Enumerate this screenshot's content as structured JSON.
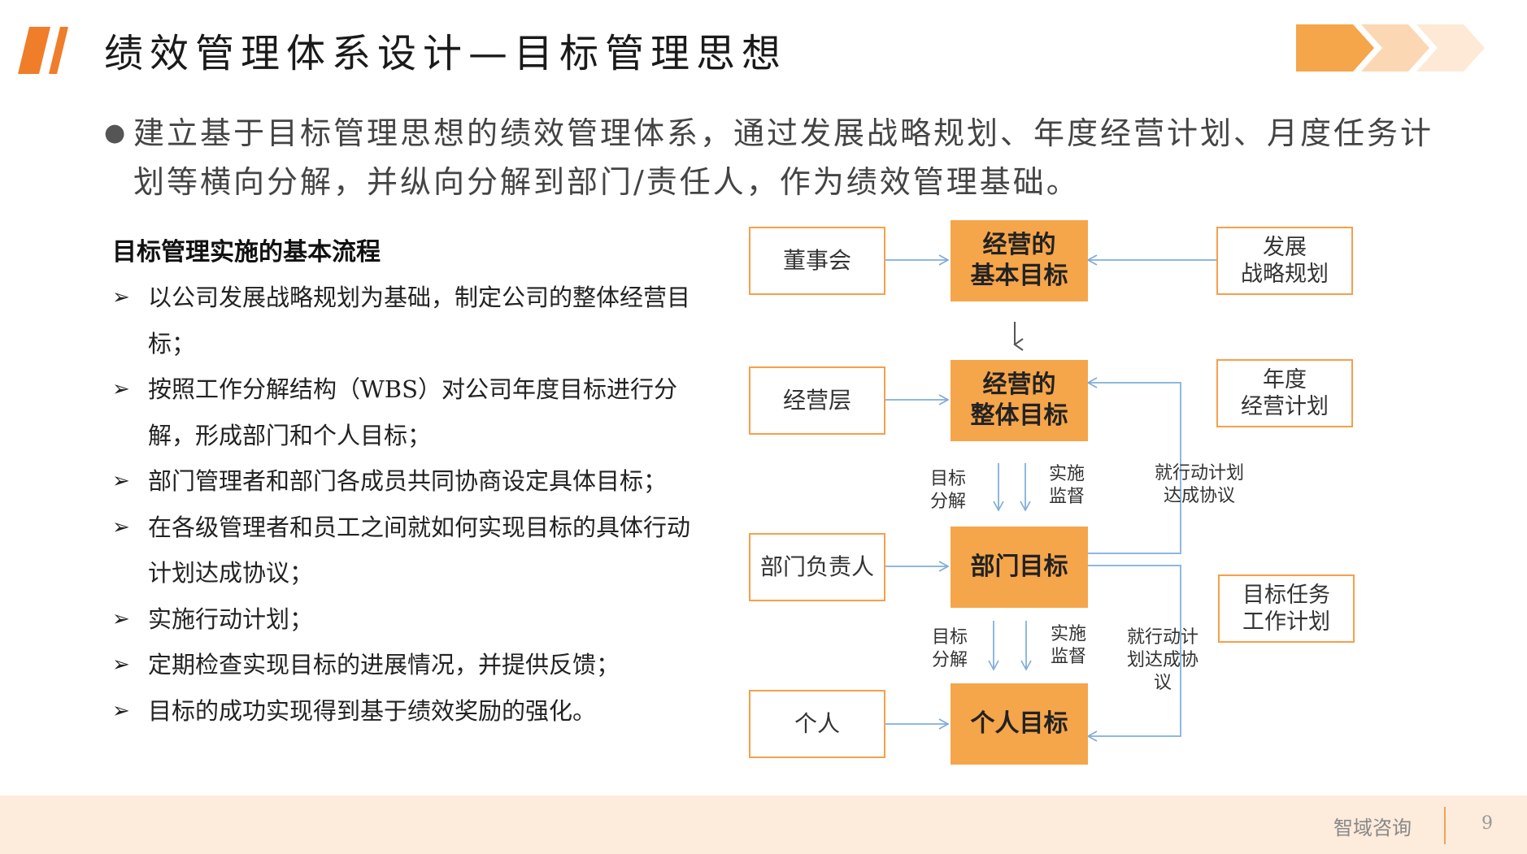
{
  "header": {
    "title": "绩效管理体系设计—目标管理思想",
    "accent_color": "#ef7d2a"
  },
  "intro": {
    "bullet": "●",
    "text": "建立基于目标管理思想的绩效管理体系，通过发展战略规划、年度经营计划、月度任务计划等横向分解，并纵向分解到部门/责任人，作为绩效管理基础。"
  },
  "process": {
    "title": "目标管理实施的基本流程",
    "arrow_glyph": "➢",
    "steps": [
      "以公司发展战略规划为基础，制定公司的整体经营目标；",
      "按照工作分解结构（WBS）对公司年度目标进行分解，形成部门和个人目标；",
      "部门管理者和部门各成员共同协商设定具体目标；",
      "在各级管理者和员工之间就如何实现目标的具体行动计划达成协议；",
      "实施行动计划；",
      "定期检查实现目标的进展情况，并提供反馈；",
      "目标的成功实现得到基于绩效奖励的强化。"
    ]
  },
  "diagram": {
    "left_boxes": [
      "董事会",
      "经营层",
      "部门负责人",
      "个人"
    ],
    "center_boxes": [
      "经营的\n基本目标",
      "经营的\n整体目标",
      "部门目标",
      "个人目标"
    ],
    "right_boxes": [
      "发展\n战略规划",
      "年度\n经营计划",
      "目标任务\n工作计划"
    ],
    "labels": {
      "decompose": "目标\n分解",
      "supervise": "实施\n监督",
      "agreement_1": "就行动计划\n达成协议",
      "agreement_2": "就行动计\n划达成协\n议"
    },
    "box_fill": "#f5a54a",
    "line_color": "#8fb8e0"
  },
  "footer": {
    "company": "智域咨询",
    "page": "9",
    "background": "#fdebdc"
  }
}
